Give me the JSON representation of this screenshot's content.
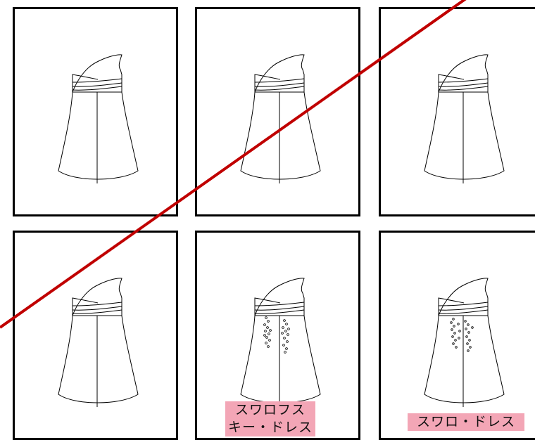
{
  "panels": [
    {
      "id": "top-left",
      "embellished": false
    },
    {
      "id": "top-middle",
      "embellished": false
    },
    {
      "id": "top-right",
      "embellished": false
    },
    {
      "id": "bottom-left",
      "embellished": false
    },
    {
      "id": "bottom-middle",
      "embellished": true
    },
    {
      "id": "bottom-right",
      "embellished": true
    }
  ],
  "captions": {
    "bottom_middle_line1": "スワロフス",
    "bottom_middle_line2": "キー・ドレス",
    "bottom_right": "スワロ・ドレス"
  },
  "colors": {
    "frame": "#000000",
    "caption_bg": "#f3a6b6",
    "slash": "#c00000"
  }
}
